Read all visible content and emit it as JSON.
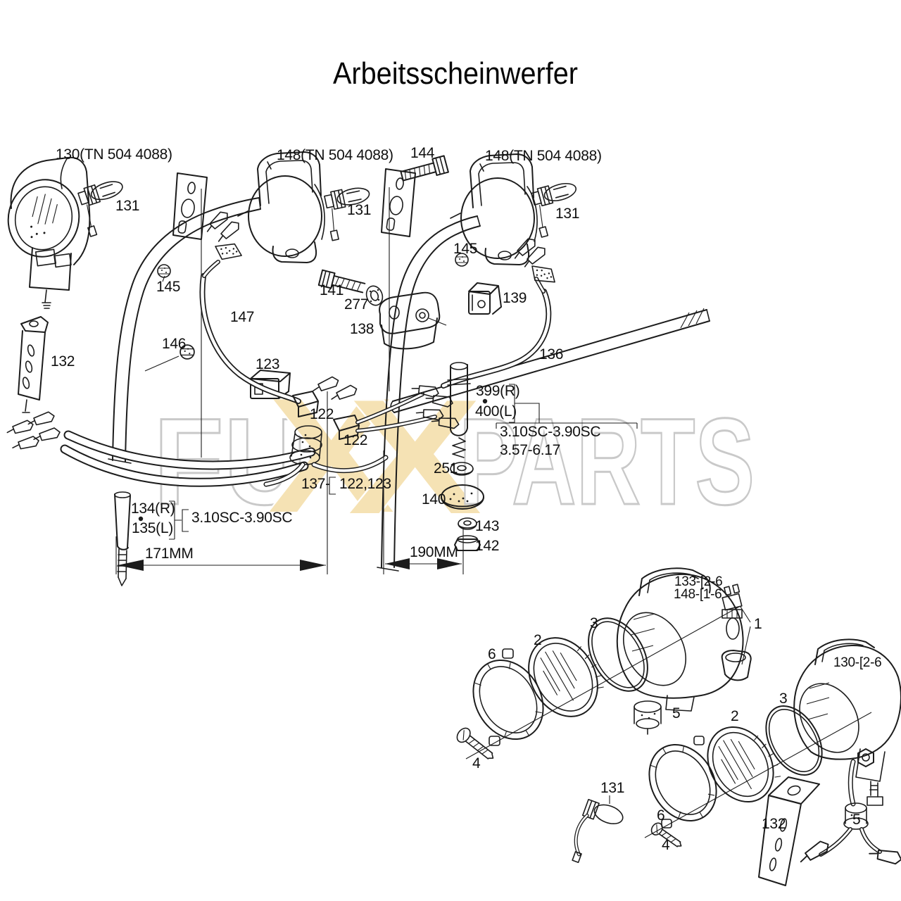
{
  "title": "Arbeitsscheinwerfer",
  "watermark": {
    "left": "FU",
    "x1": "X",
    "x2": "X",
    "right": "PARTS",
    "x_color": "#f5e2b4",
    "outline_color": "#c9c9c9"
  },
  "part_labels": [
    {
      "name": "lamp-130-left",
      "text": "130(TN 504 4088)"
    },
    {
      "name": "lamp-148-middle",
      "text": "148(TN 504 4088)"
    },
    {
      "name": "bolt-144",
      "text": "144"
    },
    {
      "name": "lamp-148-right",
      "text": "148(TN 504 4088)"
    },
    {
      "name": "bulb-131-left",
      "text": "131"
    },
    {
      "name": "bulb-131-middle",
      "text": "131"
    },
    {
      "name": "bulb-131-right",
      "text": "131"
    },
    {
      "name": "nut-145-left",
      "text": "145"
    },
    {
      "name": "nut-145-right",
      "text": "145"
    },
    {
      "name": "bolt-141",
      "text": "141"
    },
    {
      "name": "washer-277",
      "text": "277"
    },
    {
      "name": "clamp-138",
      "text": "138"
    },
    {
      "name": "block-139",
      "text": "139"
    },
    {
      "name": "cable-147",
      "text": "147"
    },
    {
      "name": "nut-146",
      "text": "146"
    },
    {
      "name": "bracket-132",
      "text": "132"
    },
    {
      "name": "relay-123",
      "text": "123"
    },
    {
      "name": "connector-122-a",
      "text": "122"
    },
    {
      "name": "connector-122-b",
      "text": "122"
    },
    {
      "name": "cable-136",
      "text": "136"
    },
    {
      "name": "part-399-right",
      "text": "399(R)"
    },
    {
      "name": "part-400-left",
      "text": "400(L)"
    },
    {
      "name": "model-range-right-line1",
      "text": "3.10SC-3.90SC"
    },
    {
      "name": "model-range-right-line2",
      "text": "3.57-6.17"
    },
    {
      "name": "washer-251",
      "text": "251"
    },
    {
      "name": "disc-140",
      "text": "140"
    },
    {
      "name": "washer-143",
      "text": "143"
    },
    {
      "name": "nut-142",
      "text": "142"
    },
    {
      "name": "harness-137",
      "text": "137-"
    },
    {
      "name": "harness-137-ref",
      "text": "122,123"
    },
    {
      "name": "part-134-right",
      "text": "134(R)"
    },
    {
      "name": "part-135-left",
      "text": "135(L)"
    },
    {
      "name": "model-range-left",
      "text": "3.10SC-3.90SC"
    },
    {
      "name": "dimension-171",
      "text": "171MM"
    },
    {
      "name": "dimension-190",
      "text": "190MM"
    },
    {
      "name": "ref-133",
      "text": "133-[2-6"
    },
    {
      "name": "ref-148",
      "text": "148-[1-6"
    },
    {
      "name": "item-1",
      "text": "1"
    },
    {
      "name": "item-6-a",
      "text": "6"
    },
    {
      "name": "item-2-a",
      "text": "2"
    },
    {
      "name": "item-3-a",
      "text": "3"
    },
    {
      "name": "item-5-a",
      "text": "5"
    },
    {
      "name": "item-4-a",
      "text": "4"
    },
    {
      "name": "ref-130",
      "text": "130-[2-6"
    },
    {
      "name": "item-3-b",
      "text": "3"
    },
    {
      "name": "item-2-b",
      "text": "2"
    },
    {
      "name": "bulb-131-detail",
      "text": "131"
    },
    {
      "name": "item-6-b",
      "text": "6"
    },
    {
      "name": "item-4-b",
      "text": "4"
    },
    {
      "name": "bracket-132-detail",
      "text": "132"
    },
    {
      "name": "item-5-b",
      "text": "5"
    }
  ]
}
